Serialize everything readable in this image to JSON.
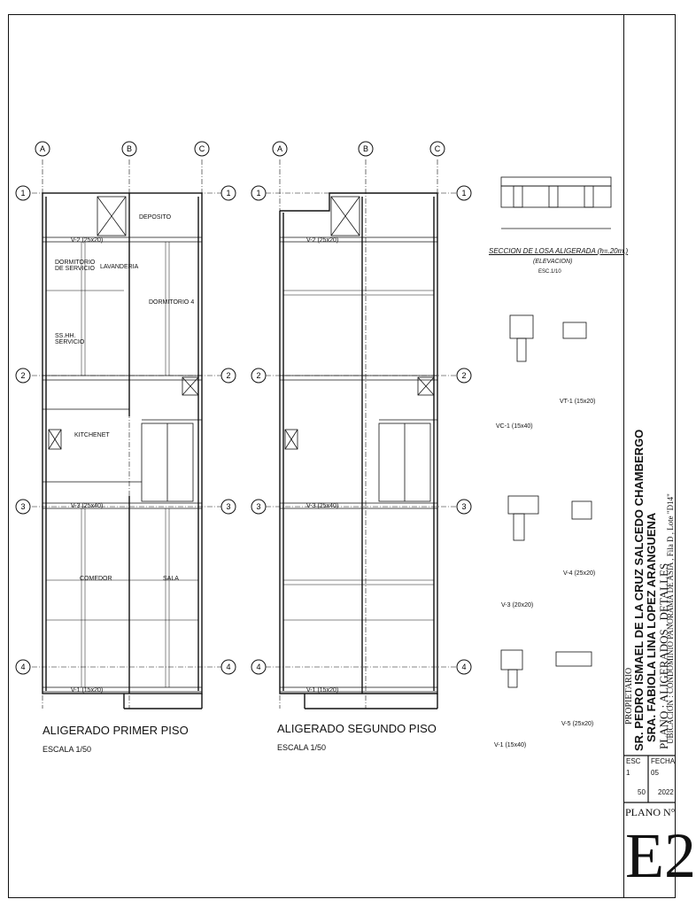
{
  "plans": {
    "first": {
      "title": "ALIGERADO PRIMER PISO",
      "scale": "ESCALA 1/50"
    },
    "second": {
      "title": "ALIGERADO SEGUNDO PISO",
      "scale": "ESCALA 1/50"
    }
  },
  "axes": {
    "letters": [
      "A",
      "B",
      "C"
    ],
    "numbers": [
      "1",
      "2",
      "3",
      "4"
    ]
  },
  "rooms": {
    "dorm_servicio": "DORMITORIO DE SERVICIO",
    "lavanderia": "LAVANDERIA",
    "dormitorio4": "DORMITORIO 4",
    "ss_hh": "SS.HH. SERVICIO",
    "kitchenet": "KITCHENET",
    "comedor": "COMEDOR",
    "sala": "SALA",
    "deposito": "DEPOSITO"
  },
  "beams": {
    "v2": "V-2 (25x20)",
    "v3": "V-3 (25x40)",
    "v1": "V-1 (15x20)"
  },
  "section": {
    "title": "SECCION DE LOSA ALIGERADA (h=.20m.)",
    "subtitle": "(ELEVACION)",
    "scale": "ESC.1/10"
  },
  "details": {
    "vc1": "VC-1 (15x40)",
    "vt1": "VT-1 (15x20)",
    "v3": "V-3 (20x20)",
    "v4": "V-4 (25x20)",
    "v1": "V-1 (15x40)",
    "v5": "V-5 (25x20)"
  },
  "title_block": {
    "propietario_label": "PROPIETARIO",
    "owner1": "SR. PEDRO ISMAEL DE LA CRUZ SALCEDO CHAMBERGO",
    "owner2": "SRA. FABIOLA LINA LOPEZ ARANGUENA",
    "plano_line": "PLANO : ALIGERADOS , DETALLES",
    "ubicacion": "UBICACION : CONDOMINIO PANORAMA DE ASIA , Fila D , Lote \"D14\"",
    "esc_label": "ESC",
    "esc_value": "1",
    "esc_den": "50",
    "fecha_label": "FECHA",
    "fecha_month": "05",
    "fecha_year": "2022",
    "plano_n_label": "PLANO N°",
    "plano_n": "E2"
  }
}
